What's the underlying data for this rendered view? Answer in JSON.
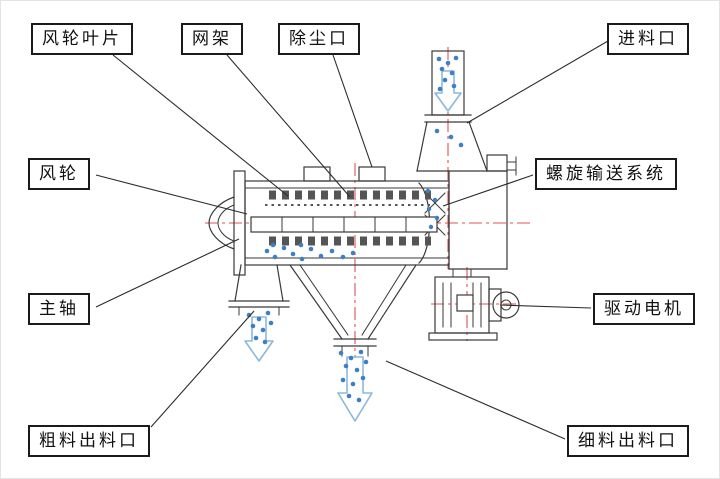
{
  "diagram": {
    "type": "machine-schematic",
    "subject": "horizontal-airflow-sieve",
    "labels": {
      "blade": "风轮叶片",
      "mesh_frame": "网架",
      "dust_port": "除尘口",
      "feed_inlet": "进料口",
      "wind_wheel": "风轮",
      "screw_conveyor": "螺旋输送系统",
      "main_shaft": "主轴",
      "drive_motor": "驱动电机",
      "coarse_outlet": "粗料出料口",
      "fine_outlet": "细料出料口"
    },
    "colors": {
      "outline": "#3a3a3a",
      "centerline": "#e05252",
      "particle": "#3b7fc4",
      "flow_arrow": "#8bb8dc",
      "label_border": "#1b1b1b"
    }
  }
}
